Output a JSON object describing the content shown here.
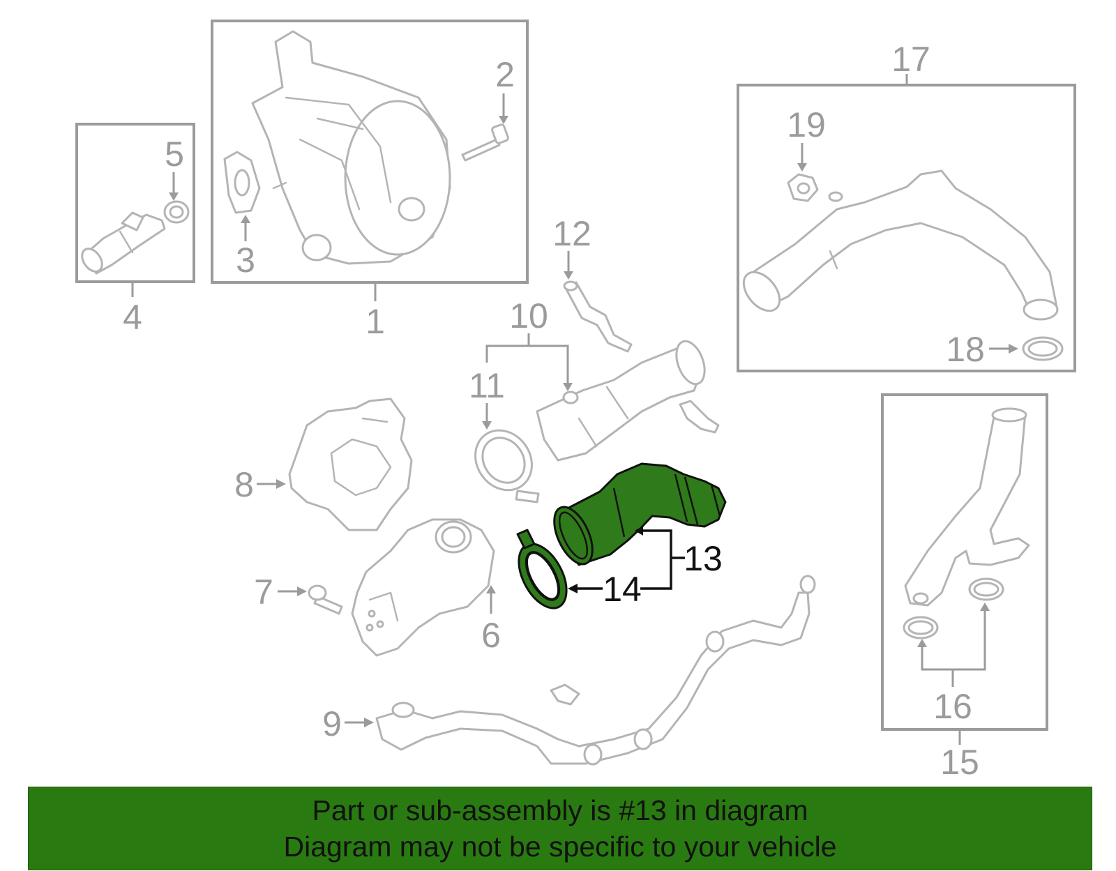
{
  "callouts": {
    "c1": "1",
    "c2": "2",
    "c3": "3",
    "c4": "4",
    "c5": "5",
    "c6": "6",
    "c7": "7",
    "c8": "8",
    "c9": "9",
    "c10": "10",
    "c11": "11",
    "c12": "12",
    "c13": "13",
    "c14": "14",
    "c15": "15",
    "c16": "16",
    "c17": "17",
    "c18": "18",
    "c19": "19"
  },
  "highlighted_part": "13",
  "colors": {
    "highlight_fill": "#2f7a1a",
    "banner_background": "#2a7a12",
    "part_outline": "#b4b4b4",
    "callout_gray": "#9b9b9b"
  },
  "footer": {
    "line1": "Part or sub-assembly is #13 in diagram",
    "line2": "Diagram may not be specific to your vehicle"
  }
}
